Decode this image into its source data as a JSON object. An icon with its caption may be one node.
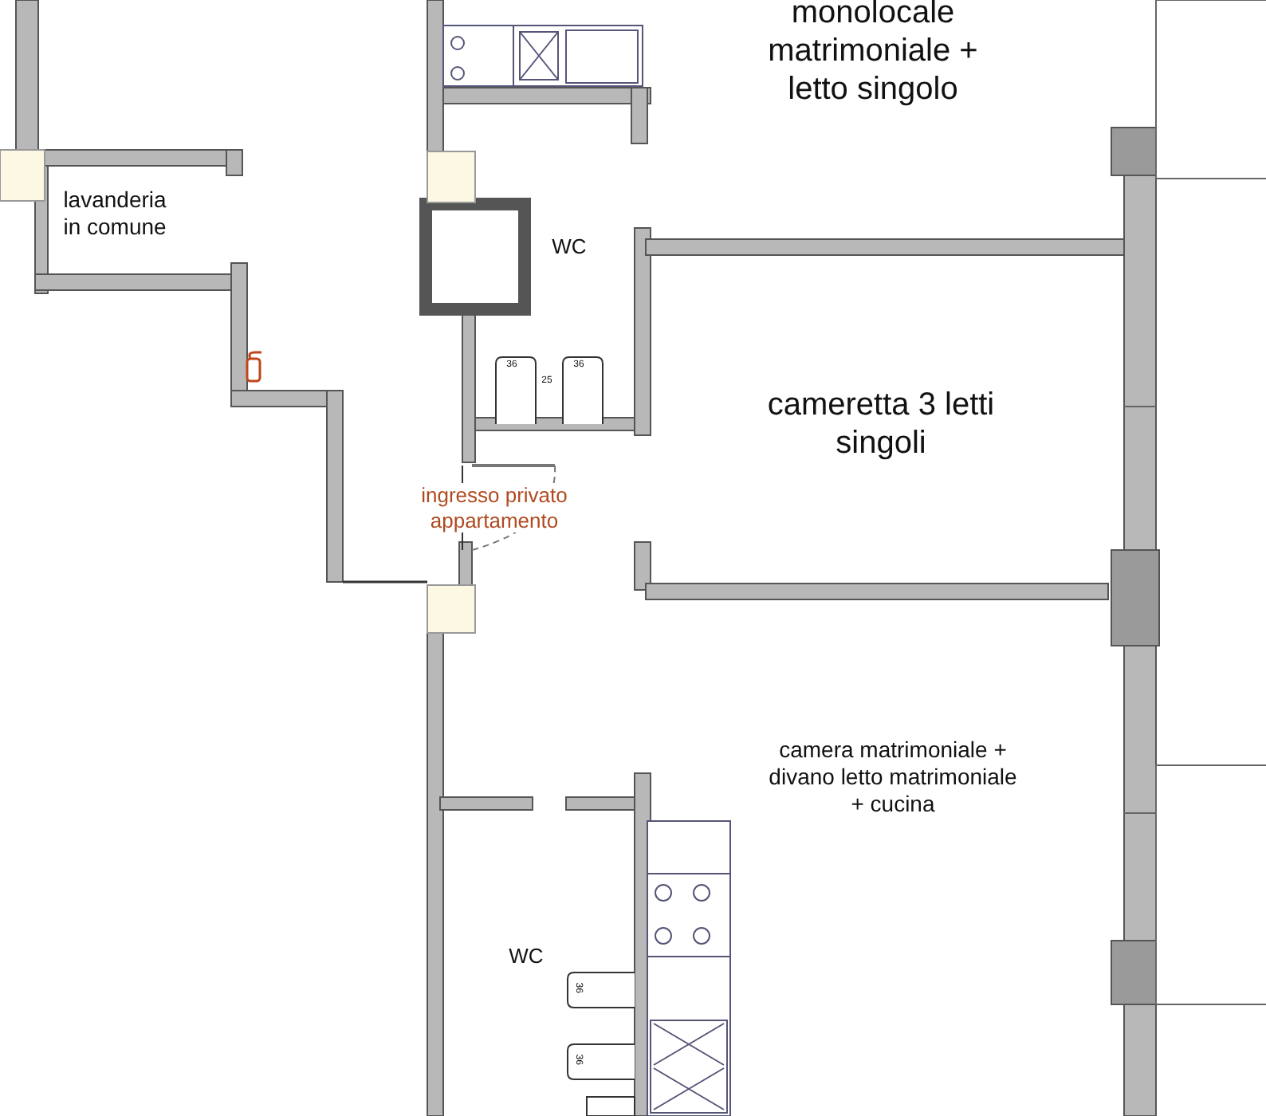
{
  "diagram": {
    "labels": [
      "monolocale matrimoniale + letto singolo",
      "lavanderia in comune",
      "WC",
      "36",
      "25",
      "36",
      "cameretta 3 letti singoli",
      "ingresso privato appartamento",
      "camera matrimoniale + divano letto matrimoniale + cucina",
      "WC",
      "36",
      "36"
    ]
  }
}
